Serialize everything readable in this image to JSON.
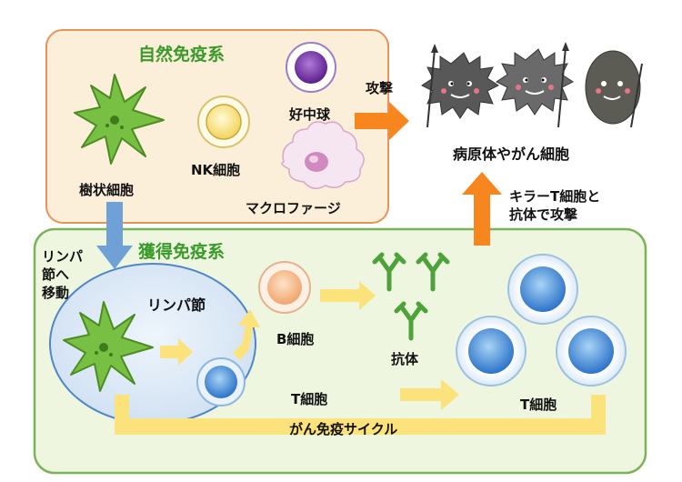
{
  "innate": {
    "title": "自然免疫系",
    "dendritic": "樹状細胞",
    "nk": "NK細胞",
    "neutrophil": "好中球",
    "macrophage": "マクロファージ",
    "attack": "攻撃"
  },
  "acquired": {
    "title": "獲得免疫系",
    "lymph_node": "リンパ節",
    "b_cell": "B細胞",
    "t_cell_small": "T細胞",
    "antibody": "抗体",
    "t_cell_group": "T細胞",
    "cycle": "がん免疫サイクル"
  },
  "migrate": [
    "リンパ",
    "節へ",
    "移動"
  ],
  "killer": [
    "キラーT細胞と",
    "抗体で攻撃"
  ],
  "pathogen": "病原体やがん細胞",
  "colors": {
    "innate_bg": "#fcefd9",
    "innate_border": "#e8935a",
    "acquired_bg": "#eef6df",
    "acquired_border": "#7bb35a",
    "title_green": "#3a9a2a",
    "arrow_orange": "#f7861e",
    "arrow_blue": "#6fa0d6",
    "arrow_yellow": "#fbe27a"
  }
}
